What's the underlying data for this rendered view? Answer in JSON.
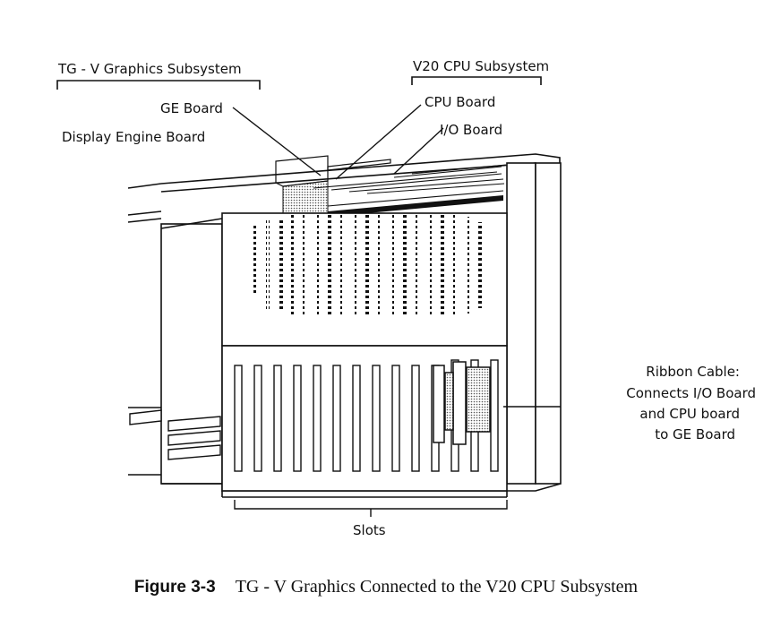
{
  "labels": {
    "tgv_subsystem": "TG - V Graphics Subsystem",
    "v20_subsystem": "V20 CPU Subsystem",
    "ge_board": "GE Board",
    "cpu_board": "CPU Board",
    "io_board": "I/O Board",
    "display_engine_board": "Display  Engine Board",
    "ribbon_cable_lines": [
      "Ribbon Cable:",
      "Connects I/O Board",
      "and CPU board",
      "to GE Board"
    ],
    "slots": "Slots"
  },
  "caption": {
    "number": "Figure 3-3",
    "text": "TG - V Graphics Connected to the V20 CPU Subsystem"
  }
}
